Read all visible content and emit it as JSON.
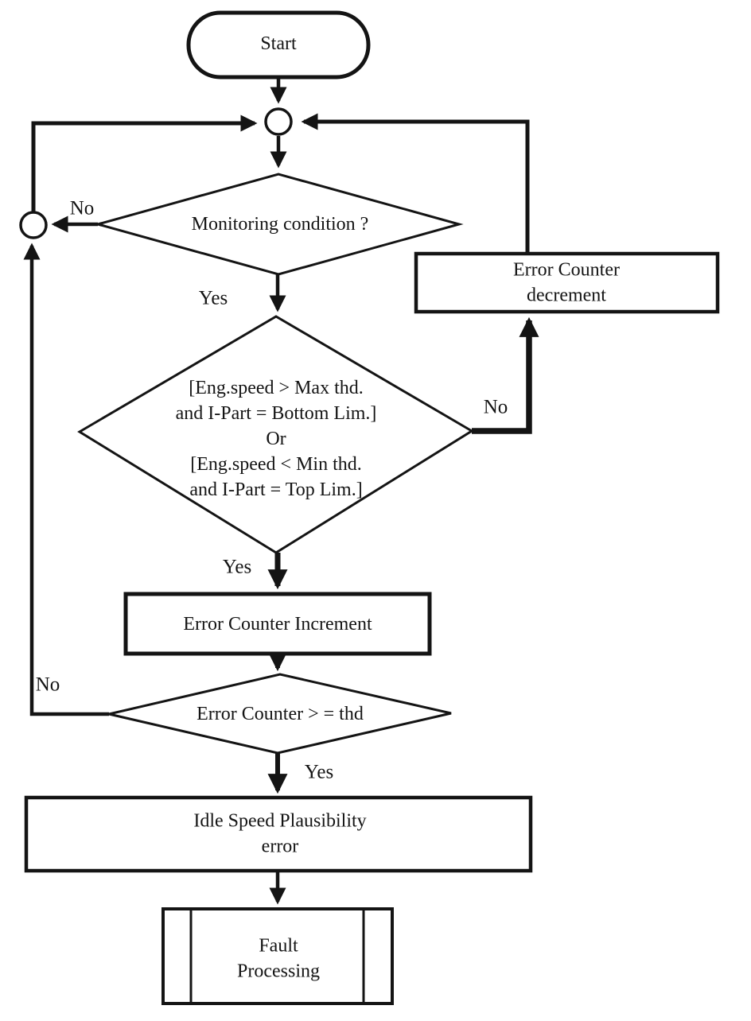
{
  "diagram": {
    "type": "flowchart",
    "colors": {
      "line": "#141414",
      "background": "#ffffff"
    },
    "nodes": {
      "start": {
        "shape": "terminator",
        "label": "Start"
      },
      "monitoring": {
        "shape": "decision",
        "label": "Monitoring condition ?"
      },
      "speed_check": {
        "shape": "decision",
        "label": "[Eng.speed > Max thd.\nand I-Part = Bottom Lim.]\nOr\n[Eng.speed < Min thd.\nand I-Part = Top Lim.]"
      },
      "decrement": {
        "shape": "process",
        "label": "Error Counter decrement"
      },
      "increment": {
        "shape": "process",
        "label": "Error Counter Increment"
      },
      "threshold": {
        "shape": "decision",
        "label": "Error Counter > = thd"
      },
      "idle_error": {
        "shape": "process",
        "label": "Idle Speed Plausibility\nerror"
      },
      "fault": {
        "shape": "predefined-process",
        "label": "Fault\nProcessing"
      }
    },
    "edges": {
      "monitoring_no": {
        "label": "No"
      },
      "monitoring_yes": {
        "label": "Yes"
      },
      "speed_no": {
        "label": "No"
      },
      "speed_yes": {
        "label": "Yes"
      },
      "threshold_no": {
        "label": "No"
      },
      "threshold_yes": {
        "label": "Yes"
      }
    }
  }
}
